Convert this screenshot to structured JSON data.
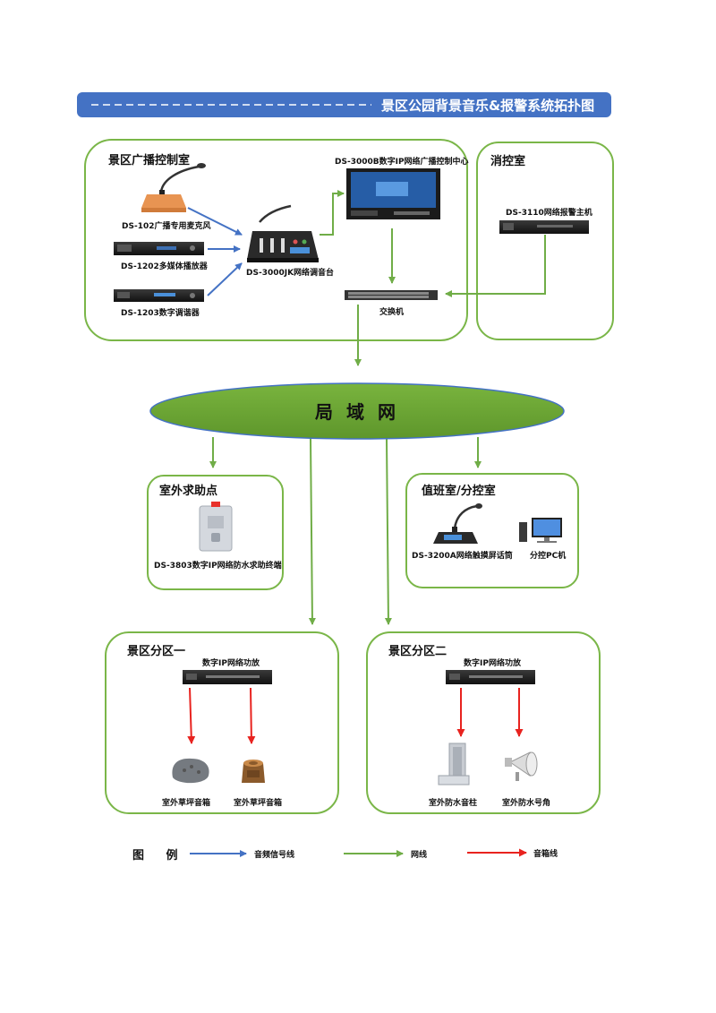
{
  "banner": {
    "title": "景区公园背景音乐&报警系统拓扑图"
  },
  "control_room": {
    "title": "景区广播控制室",
    "mic_label": "DS-102广播专用麦克风",
    "player_label": "DS-1202多媒体播放器",
    "tuner_label": "DS-1203数字调谐器",
    "mixer_label": "DS-3000JK网络调音台",
    "center_label": "DS-3000B数字IP网络广播控制中心",
    "switch_label": "交换机"
  },
  "fire_room": {
    "title": "消控室",
    "alarm_label": "DS-3110网络报警主机"
  },
  "lan": {
    "label": "局 域 网"
  },
  "help_point": {
    "title": "室外求助点",
    "terminal_label": "DS-3803数字IP网络防水求助终端"
  },
  "duty_room": {
    "title": "值班室/分控室",
    "mic_label": "DS-3200A网络触摸屏话筒",
    "pc_label": "分控PC机"
  },
  "zone1": {
    "title": "景区分区一",
    "amp_label": "数字IP网络功放",
    "speaker1_label": "室外草坪音箱",
    "speaker2_label": "室外草坪音箱"
  },
  "zone2": {
    "title": "景区分区二",
    "amp_label": "数字IP网络功放",
    "column_label": "室外防水音柱",
    "horn_label": "室外防水号角"
  },
  "legend": {
    "heading": "图 例",
    "audio_line": "音频信号线",
    "network_line": "网线",
    "speaker_line": "音箱线"
  },
  "colors": {
    "banner_blue": "#4472c4",
    "zone_green": "#7ab648",
    "lan_fill": "#6aa232",
    "audio_blue": "#4472c4",
    "network_green": "#70ad47",
    "speaker_red": "#e8231f"
  }
}
